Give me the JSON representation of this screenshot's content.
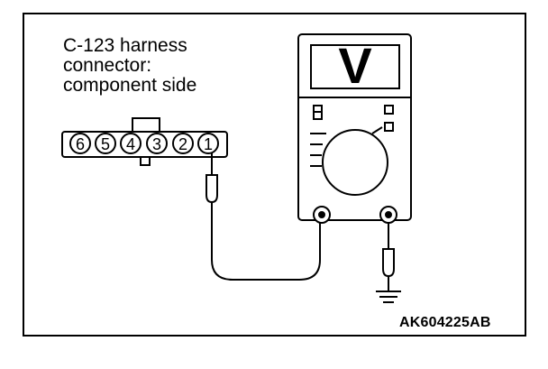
{
  "diagram": {
    "caption_lines": [
      "C-123 harness",
      "connector:",
      "component side"
    ],
    "connector_pins": [
      "6",
      "5",
      "4",
      "3",
      "2",
      "1"
    ],
    "meter_symbol": "V",
    "reference_code": "AK604225AB",
    "ground_icon": "ground-icon"
  }
}
